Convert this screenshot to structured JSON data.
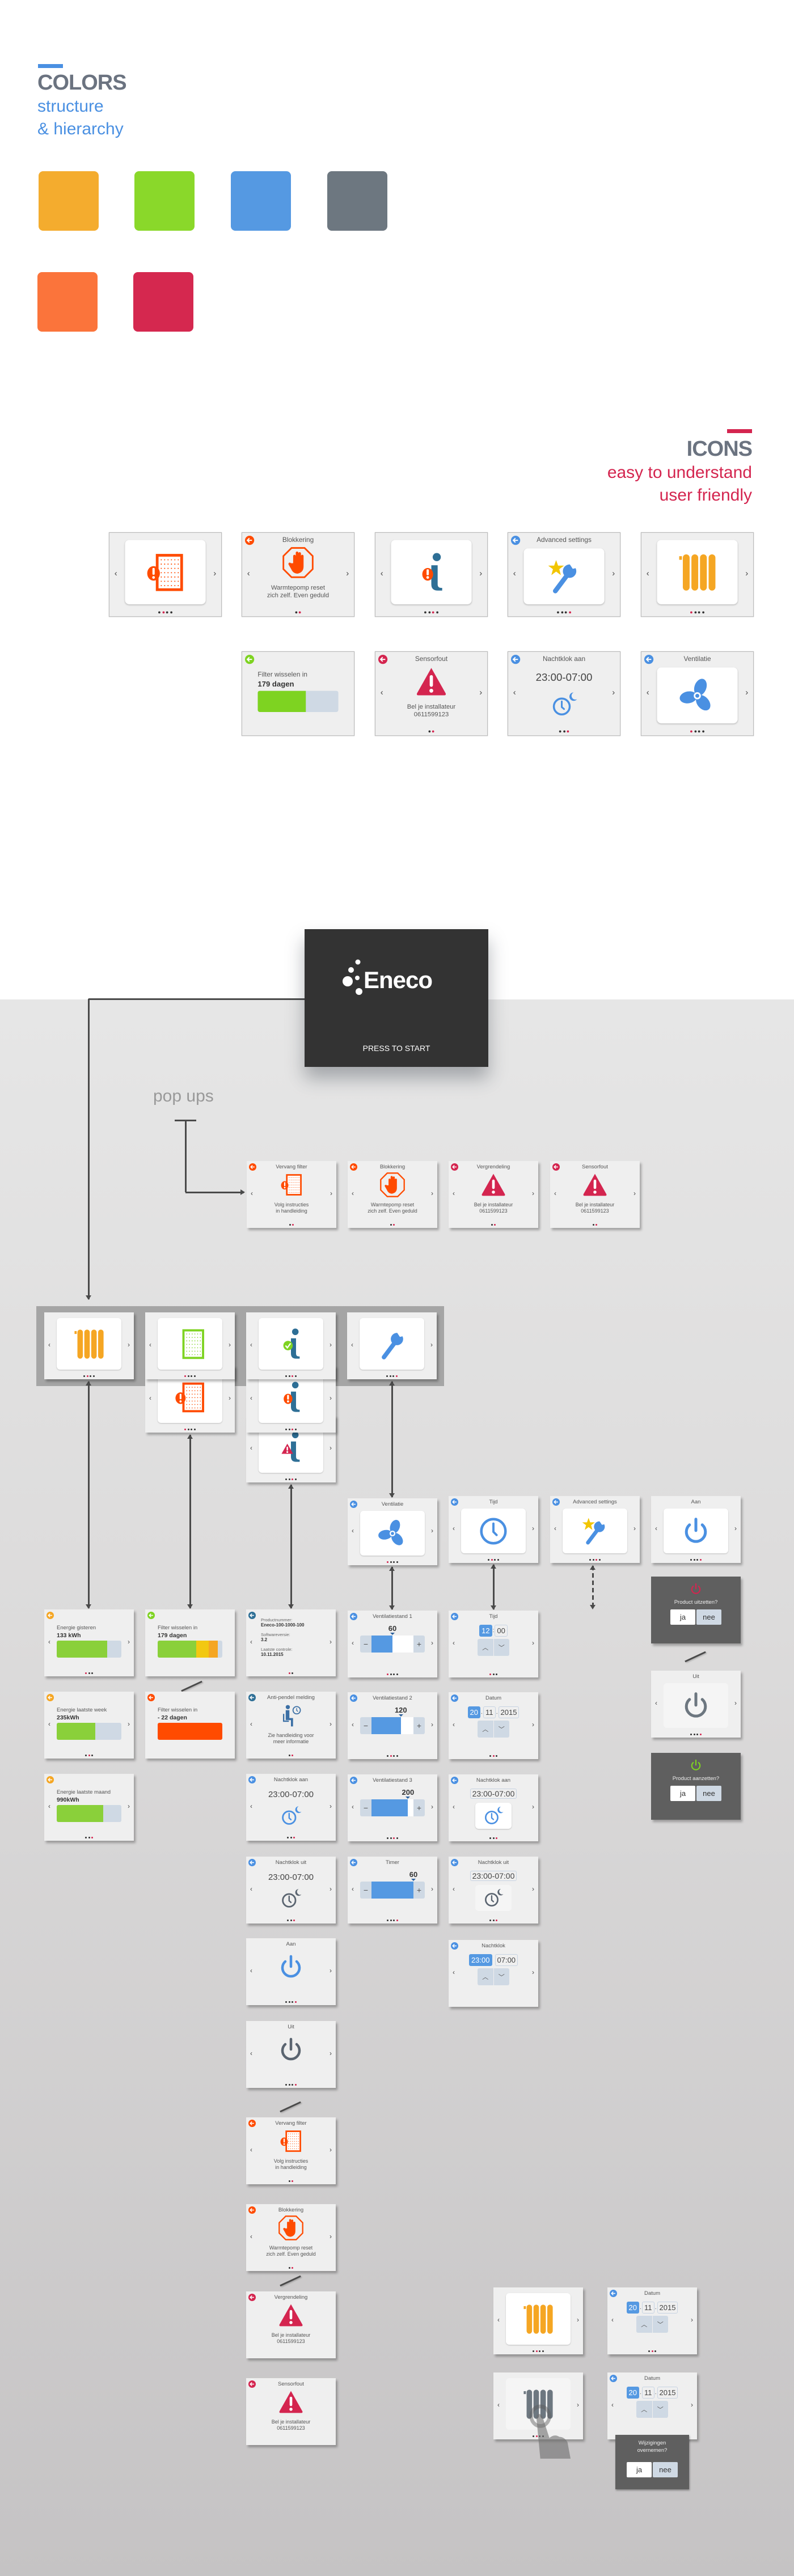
{
  "colors_section": {
    "title": "COLORS",
    "subtitle_1": "structure",
    "subtitle_2": "& hierarchy",
    "accent": "#4a90e2",
    "swatches": [
      "#f4ac2e",
      "#8ad82a",
      "#5599e2",
      "#6d7780",
      "#fb743b",
      "#d5284f"
    ]
  },
  "icons_section": {
    "title": "ICONS",
    "subtitle_1": "easy to understand",
    "subtitle_2": "user friendly",
    "accent": "#d4254f"
  },
  "start_screen": {
    "brand": "Eneco",
    "button": "PRESS TO START"
  },
  "popups_label": "pop ups",
  "cards": [
    {
      "id": "ic-filter",
      "kind": "tile",
      "icon": "filter",
      "color": "#ff4b00",
      "badge": "alert",
      "dots": [
        4,
        1
      ]
    },
    {
      "id": "ic-blokkering",
      "kind": "plain",
      "back": "#ff4b00",
      "title": "Blokkering",
      "icon": "stop",
      "color": "#ff4b00",
      "caption": [
        "Warmtepomp reset",
        "zich zelf. Even geduld"
      ],
      "dots": [
        2,
        1
      ]
    },
    {
      "id": "ic-info",
      "kind": "tile",
      "icon": "info",
      "badge": "alert",
      "dots": [
        4,
        2
      ]
    },
    {
      "id": "ic-advanced",
      "kind": "tile",
      "back": "#4a90e2",
      "title": "Advanced settings",
      "icon": "wrench",
      "color": "#4a90e2",
      "star": true,
      "dots": [
        4,
        3
      ]
    },
    {
      "id": "ic-radiator",
      "kind": "tile",
      "icon": "radiator",
      "color": "#f5a623",
      "dots": [
        4,
        0
      ]
    },
    {
      "id": "ic-filter-days",
      "kind": "bar",
      "back": "#7ed321",
      "arrows": false,
      "label": "Filter wisselen in",
      "value": "179 dagen",
      "bar": [
        [
          0.6,
          "#7ed321"
        ]
      ]
    },
    {
      "id": "ic-sensorfout",
      "kind": "plain",
      "back": "#d4254f",
      "title": "Sensorfout",
      "icon": "warning",
      "color": "#d4254f",
      "caption": [
        "Bel je installateur",
        "0611599123"
      ],
      "dots": [
        2,
        1
      ]
    },
    {
      "id": "ic-nachtklok",
      "kind": "clocktext",
      "back": "#4a90e2",
      "title": "Nachtklok aan",
      "time": "23:00-07:00",
      "color": "#4a90e2",
      "dots": [
        3,
        2
      ]
    },
    {
      "id": "ic-ventilatie",
      "kind": "tile",
      "back": "#4a90e2",
      "title": "Ventilatie",
      "icon": "fan",
      "color": "#4a90e2",
      "dots": [
        4,
        0
      ]
    },
    {
      "id": "pop-vervang",
      "kind": "plain",
      "back": "#ff4b00",
      "title": "Vervang filter",
      "icon": "filter",
      "color": "#ff4b00",
      "badge": "alert",
      "caption": [
        "Volg instructies",
        "in handleiding"
      ],
      "dots": [
        2,
        1
      ]
    },
    {
      "id": "pop-blokkering",
      "kind": "plain",
      "back": "#ff4b00",
      "title": "Blokkering",
      "icon": "stop",
      "color": "#ff4b00",
      "caption": [
        "Warmtepomp reset",
        "zich zelf. Even geduld"
      ],
      "dots": [
        2,
        1
      ]
    },
    {
      "id": "pop-vergrendeling",
      "kind": "plain",
      "back": "#d4254f",
      "title": "Vergrendeling",
      "icon": "warning",
      "color": "#d4254f",
      "caption": [
        "Bel je installateur",
        "0611599123"
      ],
      "dots": [
        2,
        1
      ]
    },
    {
      "id": "pop-sensorfout",
      "kind": "plain",
      "back": "#d4254f",
      "title": "Sensorfout",
      "icon": "warning",
      "color": "#d4254f",
      "caption": [
        "Bel je installateur",
        "0611599123"
      ],
      "dots": [
        2,
        1
      ]
    },
    {
      "id": "nav-info-warning",
      "kind": "tile",
      "icon": "info",
      "badge": "warning",
      "dots": [
        4,
        2
      ]
    },
    {
      "id": "nav-filter-alert",
      "kind": "tile",
      "icon": "filter",
      "color": "#ff4b00",
      "badge": "alert",
      "dots": [
        4,
        0
      ]
    },
    {
      "id": "nav-info-alert",
      "kind": "tile",
      "icon": "info",
      "badge": "alert",
      "dots": [
        4,
        2
      ]
    },
    {
      "id": "nav-radiator",
      "kind": "tile",
      "icon": "radiator",
      "color": "#f5a623",
      "dots": [
        4,
        1
      ]
    },
    {
      "id": "nav-filter-ok",
      "kind": "tile",
      "icon": "filter",
      "color": "#7ed321",
      "dots": [
        4,
        0
      ]
    },
    {
      "id": "nav-info-ok",
      "kind": "tile",
      "icon": "info",
      "badge": "check",
      "dots": [
        4,
        2
      ]
    },
    {
      "id": "nav-settings",
      "kind": "tile",
      "icon": "wrench",
      "color": "#4a90e2",
      "dots": [
        4,
        3
      ]
    },
    {
      "id": "ventilatie",
      "kind": "tile",
      "back": "#4a90e2",
      "title": "Ventilatie",
      "icon": "fan",
      "color": "#4a90e2",
      "dots": [
        4,
        0
      ]
    },
    {
      "id": "tijd",
      "kind": "tile",
      "back": "#4a90e2",
      "title": "Tijd",
      "icon": "clock",
      "color": "#4a90e2",
      "dots": [
        4,
        1
      ]
    },
    {
      "id": "advanced",
      "kind": "tile",
      "back": "#4a90e2",
      "title": "Advanced settings",
      "icon": "wrench",
      "color": "#4a90e2",
      "star": true,
      "dots": [
        4,
        2
      ]
    },
    {
      "id": "aan-top",
      "kind": "tile",
      "title": "Aan",
      "icon": "power",
      "color": "#4a90e2",
      "dots": [
        4,
        3
      ]
    },
    {
      "id": "dlg-uitzetten",
      "kind": "dialog",
      "icon": "power",
      "color": "#d4254f",
      "question": "Product uitzetten?",
      "yes": "ja",
      "no": "nee"
    },
    {
      "id": "uit-right",
      "kind": "tile",
      "dim": true,
      "title": "Uit",
      "icon": "power",
      "color": "#6d7780",
      "dots": [
        4,
        3
      ]
    },
    {
      "id": "dlg-aanzetten",
      "kind": "dialog",
      "icon": "power",
      "color": "#7ed321",
      "question": "Product aanzetten?",
      "yes": "ja",
      "no": "nee"
    },
    {
      "id": "energie-gisteren",
      "kind": "bar",
      "back": "#f5a623",
      "label": "Energie gisteren",
      "value": "133 kWh",
      "bar": [
        [
          0.78,
          "#8ad03a"
        ]
      ],
      "dots": [
        3,
        0
      ]
    },
    {
      "id": "energie-week",
      "kind": "bar",
      "back": "#f5a623",
      "label": "Energie laatste week",
      "value": "235kWh",
      "bar": [
        [
          0.6,
          "#8ad03a"
        ]
      ],
      "dots": [
        3,
        1
      ]
    },
    {
      "id": "energie-maand",
      "kind": "bar",
      "back": "#f5a623",
      "label": "Energie laatste maand",
      "value": "990kWh",
      "bar": [
        [
          0.72,
          "#8ad03a"
        ]
      ],
      "dots": [
        3,
        2
      ]
    },
    {
      "id": "filter-179",
      "kind": "bar",
      "back": "#7ed321",
      "arrows": false,
      "label": "Filter wisselen in",
      "value": "179 dagen",
      "bar": [
        [
          0.6,
          "#8ad03a"
        ],
        [
          0.19,
          "#f2c811"
        ],
        [
          0.14,
          "#f5a623"
        ]
      ]
    },
    {
      "id": "filter-min22",
      "kind": "bar",
      "back": "#ff4b00",
      "arrows": false,
      "label": "Filter wisselen in",
      "value": "- 22  dagen",
      "bar": [
        [
          1,
          "#ff4b00"
        ]
      ]
    },
    {
      "id": "productinfo",
      "kind": "info",
      "back": "#2e6f96",
      "info": [
        [
          "Productnummer:",
          "Eneco-100-1000-100"
        ],
        [
          "Softwareversie:",
          "3.2"
        ],
        [
          "Laatste controle:",
          "10.11.2015"
        ]
      ],
      "dots": [
        2,
        0
      ]
    },
    {
      "id": "anti-pendel",
      "kind": "plain",
      "back": "#2e6f96",
      "title": "Anti-pendel melding",
      "icon": "person-clock",
      "color": "#3b6fa5",
      "caption": [
        "Zie handleiding voor",
        "meer informatie"
      ],
      "dots": [
        2,
        1
      ]
    },
    {
      "id": "nachtklok-aan",
      "kind": "clocktext",
      "back": "#4a90e2",
      "title": "Nachtklok aan",
      "time": "23:00-07:00",
      "color": "#4a90e2",
      "dots": [
        3,
        2
      ]
    },
    {
      "id": "nachtklok-uit",
      "kind": "clocktext",
      "back": "#4a90e2",
      "title": "Nachtklok uit",
      "time": "23:00-07:00",
      "color": "#5a6470",
      "dots": [
        3,
        2
      ]
    },
    {
      "id": "aan",
      "kind": "plain",
      "title": "Aan",
      "icon": "power",
      "color": "#4a90e2",
      "dots": [
        4,
        3
      ]
    },
    {
      "id": "uit",
      "kind": "plain",
      "title": "Uit",
      "icon": "power",
      "color": "#5a6470",
      "dots": [
        4,
        3
      ]
    },
    {
      "id": "vervang-filter",
      "kind": "plain",
      "back": "#ff4b00",
      "title": "Vervang filter",
      "icon": "filter",
      "color": "#ff4b00",
      "badge": "alert",
      "caption": [
        "Volg instructies",
        "in handleiding"
      ],
      "dots": [
        2,
        1
      ]
    },
    {
      "id": "blokkering",
      "kind": "plain",
      "back": "#ff4b00",
      "title": "Blokkering",
      "icon": "stop",
      "color": "#ff4b00",
      "caption": [
        "Warmtepomp reset",
        "zich zelf. Even geduld"
      ],
      "dots": [
        2,
        1
      ]
    },
    {
      "id": "vergrendeling",
      "kind": "plain",
      "back": "#d4254f",
      "arrows": false,
      "title": "Vergrendeling",
      "icon": "warning",
      "color": "#d4254f",
      "caption": [
        "Bel je installateur",
        "0611599123"
      ]
    },
    {
      "id": "sensorfout",
      "kind": "plain",
      "back": "#d4254f",
      "arrows": false,
      "title": "Sensorfout",
      "icon": "warning",
      "color": "#d4254f",
      "caption": [
        "Bel je installateur",
        "0611599123"
      ]
    },
    {
      "id": "vent-1",
      "kind": "slider",
      "back": "#4a90e2",
      "title": "Ventilatiestand 1",
      "value": "60",
      "fraction": 0.5,
      "minus": "−",
      "plus": "+",
      "dots": [
        4,
        0
      ]
    },
    {
      "id": "vent-2",
      "kind": "slider",
      "back": "#4a90e2",
      "title": "Ventilatiestand 2",
      "value": "120",
      "fraction": 0.7,
      "minus": "−",
      "plus": "+",
      "dots": [
        4,
        1
      ]
    },
    {
      "id": "vent-3",
      "kind": "slider",
      "back": "#4a90e2",
      "title": "Ventilatiestand 3",
      "value": "200",
      "fraction": 0.87,
      "minus": "−",
      "plus": "+",
      "dots": [
        4,
        2
      ]
    },
    {
      "id": "timer",
      "kind": "slider",
      "back": "#4a90e2",
      "title": "Timer",
      "value": "60",
      "fraction": 1.0,
      "minus": "−",
      "plus": "+",
      "dots": [
        4,
        3
      ]
    },
    {
      "id": "tijd-set",
      "kind": "picker",
      "back": "#4a90e2",
      "title": "Tijd",
      "fields": [
        "12",
        "00"
      ],
      "sep": ":",
      "selected": 0,
      "dots": [
        3,
        0
      ]
    },
    {
      "id": "datum-set",
      "kind": "picker",
      "back": "#4a90e2",
      "title": "Datum",
      "fields": [
        "20",
        "11",
        "2015"
      ],
      "sep": ".",
      "selected": 0,
      "dots": [
        3,
        1
      ]
    },
    {
      "id": "nachtklok-aan-set",
      "kind": "clocktext",
      "boxed": true,
      "back": "#4a90e2",
      "title": "Nachtklok aan",
      "time": "23:00-07:00",
      "color": "#4a90e2",
      "dots": [
        3,
        2
      ]
    },
    {
      "id": "nachtklok-uit-set",
      "kind": "clocktext",
      "boxed": true,
      "dimtile": true,
      "back": "#4a90e2",
      "title": "Nachtklok uit",
      "time": "23:00-07:00",
      "color": "#5a6470",
      "dots": [
        3,
        2
      ]
    },
    {
      "id": "nachtklok-set",
      "kind": "picker",
      "back": "#4a90e2",
      "title": "Nachtklok",
      "fields": [
        "23:00",
        "07:00"
      ],
      "sep": "",
      "selected": 0
    },
    {
      "id": "demo-radiator",
      "kind": "tile",
      "icon": "radiator",
      "color": "#f5a623",
      "dots": [
        4,
        1
      ]
    },
    {
      "id": "demo-datum",
      "kind": "picker",
      "back": "#4a90e2",
      "title": "Datum",
      "fields": [
        "20",
        "11",
        "2015"
      ],
      "sep": ".",
      "selected": 0,
      "dots": [
        3,
        1
      ]
    },
    {
      "id": "demo-radiator-pressed",
      "kind": "tile",
      "dim": true,
      "hand": true,
      "icon": "radiator",
      "color": "#6d7780",
      "dots": [
        4,
        1
      ]
    },
    {
      "id": "demo-datum-confirm",
      "kind": "picker",
      "back": "#4a90e2",
      "title": "Datum",
      "fields": [
        "20",
        "11",
        "2015"
      ],
      "sep": ".",
      "selected": 0,
      "dots": [
        3,
        1
      ],
      "overlay": {
        "question": [
          "Wijzigingen",
          "overnemen?"
        ],
        "yes": "ja",
        "no": "nee"
      }
    }
  ]
}
